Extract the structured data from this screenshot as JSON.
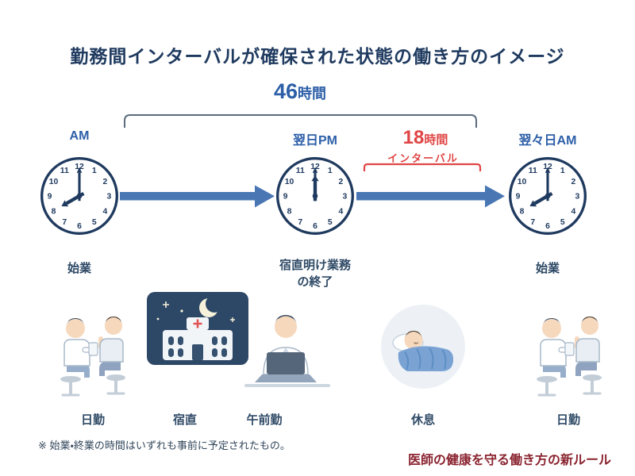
{
  "title": "勤務間インターバルが確保された状態の働き方のイメージ",
  "span46": {
    "value": "46",
    "unit": "時間"
  },
  "interval": {
    "value": "18",
    "unit": "時間",
    "label": "インターバル"
  },
  "clock_numerals": [
    "12",
    "1",
    "2",
    "3",
    "4",
    "5",
    "6",
    "7",
    "8",
    "9",
    "10",
    "11"
  ],
  "clocks": [
    {
      "top_label": "AM",
      "bottom_label": "始業",
      "hour": 8,
      "minute": 0
    },
    {
      "top_label": "翌日PM",
      "bottom_label": "宿直明け業務\nの終了",
      "hour": 12,
      "minute": 0
    },
    {
      "top_label": "翌々日AM",
      "bottom_label": "始業",
      "hour": 8,
      "minute": 0
    }
  ],
  "activities": [
    {
      "label": "日勤",
      "icon": "doctor-and-patient-icon"
    },
    {
      "label": "宿直",
      "icon": "hospital-at-night-icon"
    },
    {
      "label": "午前勤",
      "icon": "doctor-at-laptop-icon"
    },
    {
      "label": "休息",
      "icon": "sleeping-person-icon"
    },
    {
      "label": "日勤",
      "icon": "doctor-and-patient-icon"
    }
  ],
  "footnote": "※ 始業・終業の時間はいずれも事前に予定されたもの。",
  "tagline": "医師の健康を守る働き方の新ルール",
  "colors": {
    "navy": "#1f3a5f",
    "blue": "#2d5fa8",
    "arrow_blue": "#4a77b4",
    "red": "#e04545",
    "maroon": "#8b2430",
    "bracket_gray": "#5a6b7d",
    "night_bg": "#2d4766",
    "label_navy": "#2f4a66"
  }
}
